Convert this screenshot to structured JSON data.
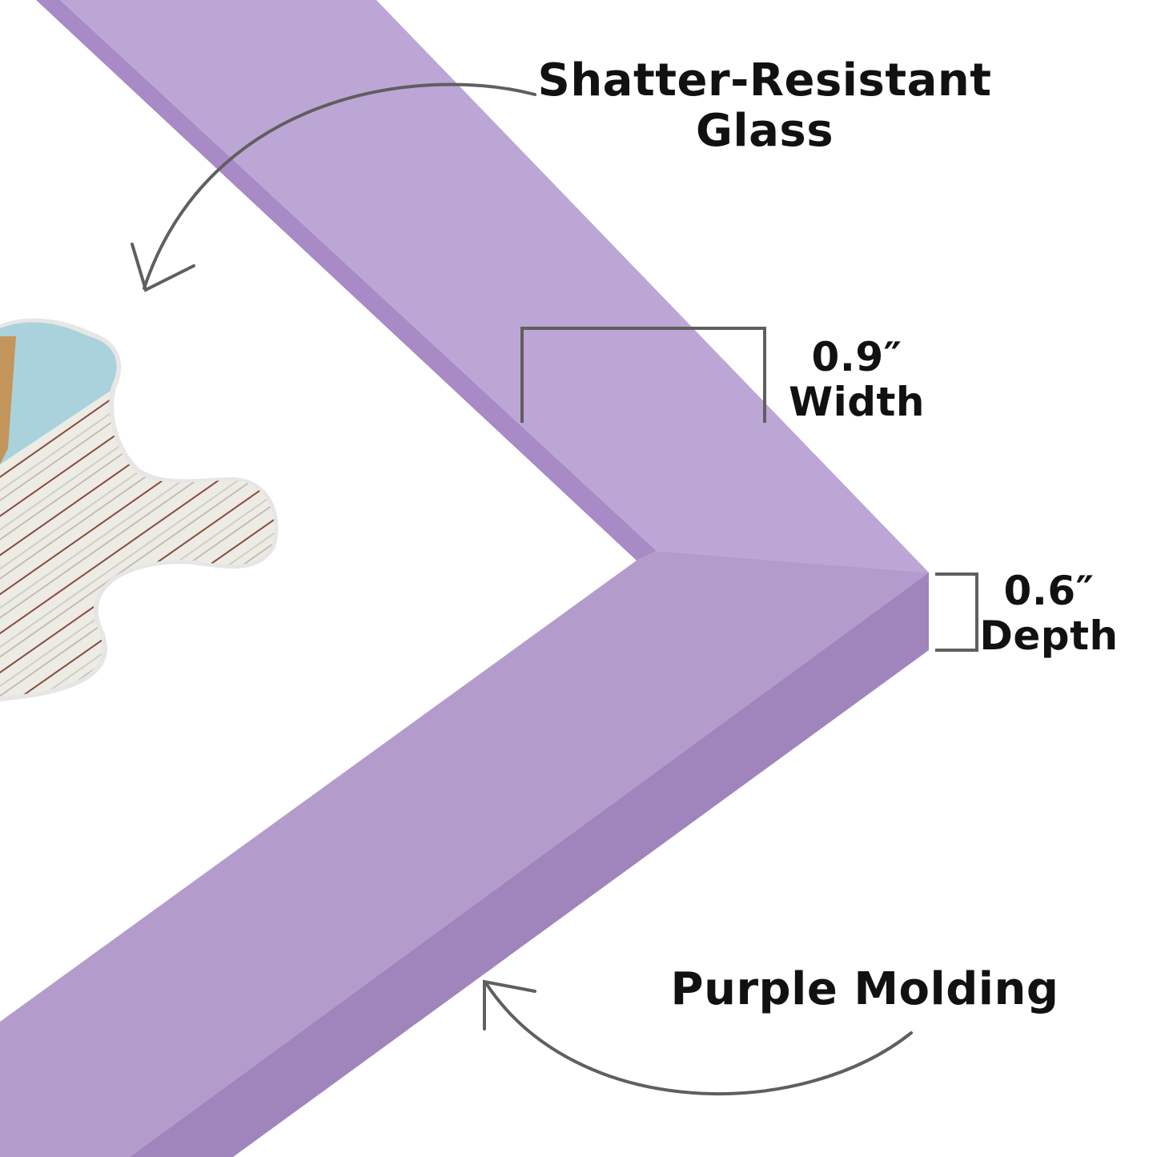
{
  "colors": {
    "frame_top_face": "#bca6d5",
    "frame_bottom_face": "#b39ccb",
    "frame_side": "#9f85bb",
    "frame_lip": "#a78ac6",
    "callout_line": "#5f5f5f",
    "text": "#111111"
  },
  "callouts": {
    "glass": {
      "line1": "Shatter-Resistant",
      "line2": "Glass"
    },
    "width": {
      "value": "0.9″",
      "label": "Width"
    },
    "depth": {
      "value": "0.6″",
      "label": "Depth"
    },
    "molding": {
      "label": "Purple Molding"
    }
  }
}
